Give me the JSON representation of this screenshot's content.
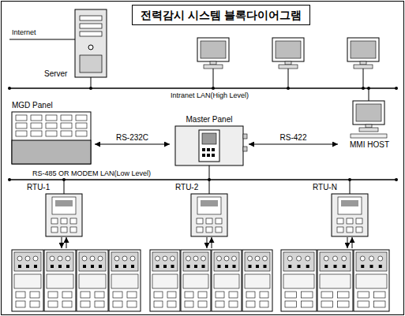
{
  "diagram": {
    "title": "전력감시 시스템 블록다이어그램",
    "nodes": [
      {
        "text": [
          "Server"
        ]
      },
      {
        "text": [
          "MGD Panel"
        ]
      },
      {
        "text": [
          "Master Panel"
        ]
      },
      {
        "text": [
          "MMI HOST"
        ]
      },
      {
        "text": [
          "RTU-1"
        ]
      },
      {
        "text": [
          "RTU-2"
        ]
      },
      {
        "text": [
          "RTU-N"
        ]
      }
    ],
    "edges": [
      {
        "from": 1,
        "to": 2,
        "label": "RS-232C",
        "arrow": "both"
      },
      {
        "from": 2,
        "to": 3,
        "label": "RS-422",
        "arrow": "both"
      }
    ],
    "labels": [
      "Internet",
      "Intranet LAN(High Level)",
      "RS-485 OR MODEM LAN(Low Level)"
    ]
  }
}
